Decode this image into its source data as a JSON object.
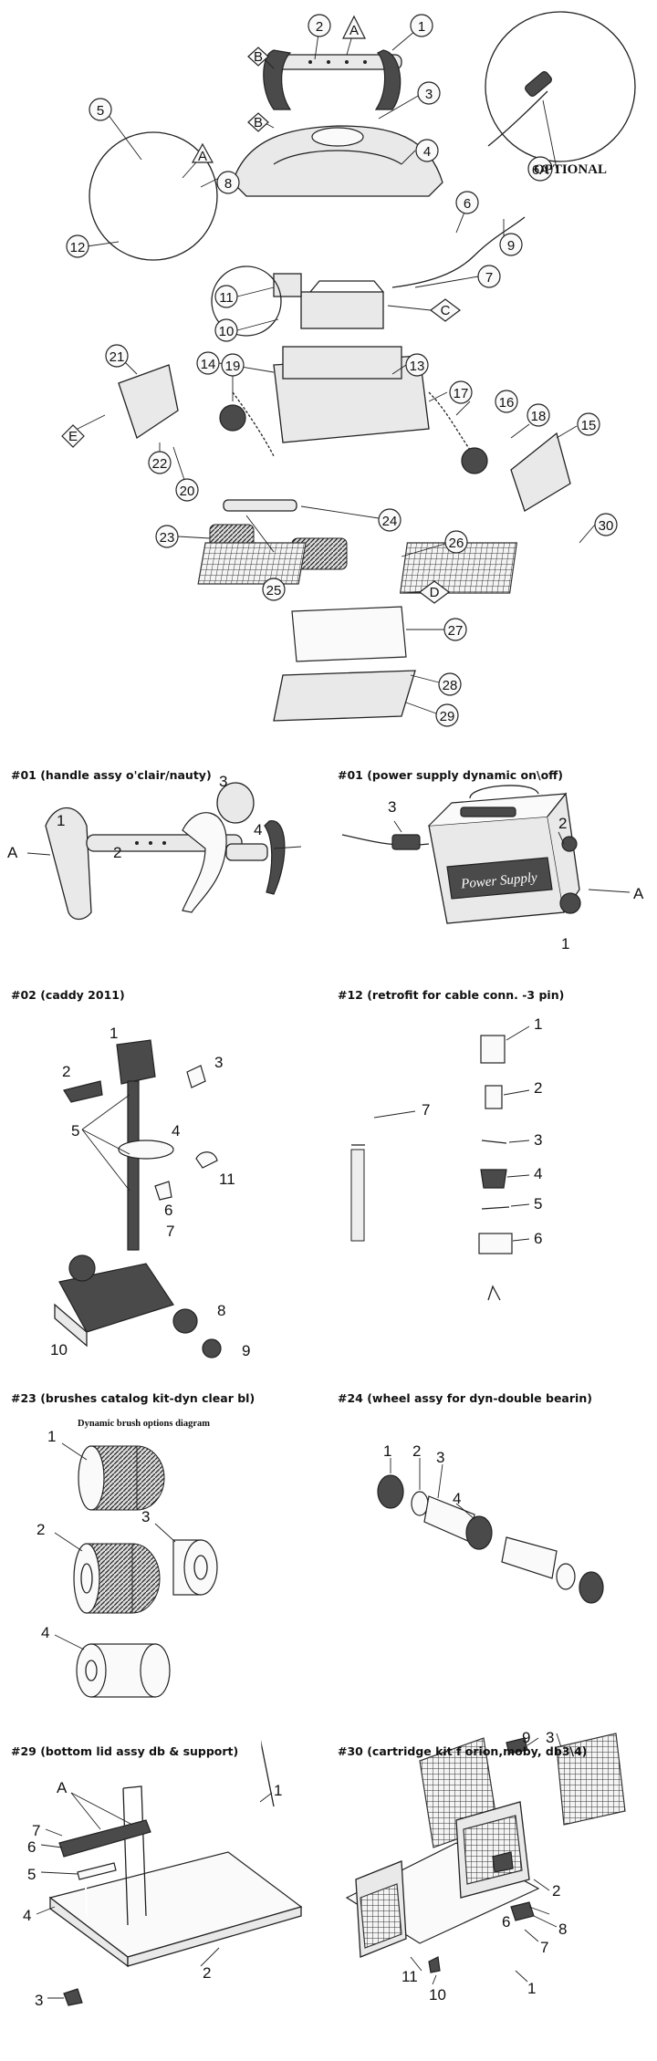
{
  "main": {
    "callouts": {
      "c1": "1",
      "c2": "2",
      "c3": "3",
      "c4": "4",
      "c5": "5",
      "c6": "6",
      "c6a": "6A",
      "c7": "7",
      "c8": "8",
      "c9": "9",
      "c10": "10",
      "c11": "11",
      "c12": "12",
      "c13": "13",
      "c14": "14",
      "c15": "15",
      "c16": "16",
      "c17": "17",
      "c18": "18",
      "c19": "19",
      "c20": "20",
      "c21": "21",
      "c22": "22",
      "c23": "23",
      "c24": "24",
      "c25": "25",
      "c26": "26",
      "c27": "27",
      "c28": "28",
      "c29": "29",
      "c30": "30",
      "ca1": "A",
      "ca2": "A",
      "cb1": "B",
      "cb2": "B",
      "cc": "C",
      "cd": "D",
      "ce": "E"
    },
    "optional": "OPTIONAL"
  },
  "sections": {
    "handle": {
      "caption": "#01 (handle assy o'clair/nauty)",
      "labels": [
        "1",
        "2",
        "3",
        "4",
        "A"
      ]
    },
    "power": {
      "caption": "#01 (power supply dynamic on\\off)",
      "labels": [
        "3",
        "2",
        "A",
        "1"
      ],
      "unit_text": "Power Supply"
    },
    "caddy": {
      "caption": "#02 (caddy 2011)",
      "labels": [
        "1",
        "2",
        "3",
        "4",
        "5",
        "11",
        "6",
        "7",
        "8",
        "9",
        "10"
      ]
    },
    "retrofit": {
      "caption": "#12 (retrofit for cable conn. -3 pin)",
      "labels": [
        "7",
        "1",
        "2",
        "3",
        "4",
        "5",
        "6"
      ]
    },
    "brushes": {
      "caption": "#23 (brushes catalog kit-dyn clear bl)",
      "title": "Dynamic brush options diagram",
      "labels": [
        "1",
        "2",
        "3",
        "4"
      ]
    },
    "wheel": {
      "caption": "#24 (wheel assy for dyn-double bearin)",
      "labels": [
        "1",
        "2",
        "3",
        "4"
      ]
    },
    "lid": {
      "caption": "#29 (bottom lid assy db & support)",
      "labels": [
        "A",
        "1",
        "7",
        "6",
        "5",
        "4",
        "2",
        "3"
      ]
    },
    "cartridge": {
      "caption": "#30 (cartridge kit f orion,moby, db3\\4)",
      "labels": [
        "9",
        "3",
        "2",
        "6",
        "8",
        "7",
        "11",
        "1",
        "10"
      ]
    }
  },
  "colors": {
    "ink": "#222222",
    "fill": "#e9e9e9",
    "dark": "#4a4a4a"
  }
}
